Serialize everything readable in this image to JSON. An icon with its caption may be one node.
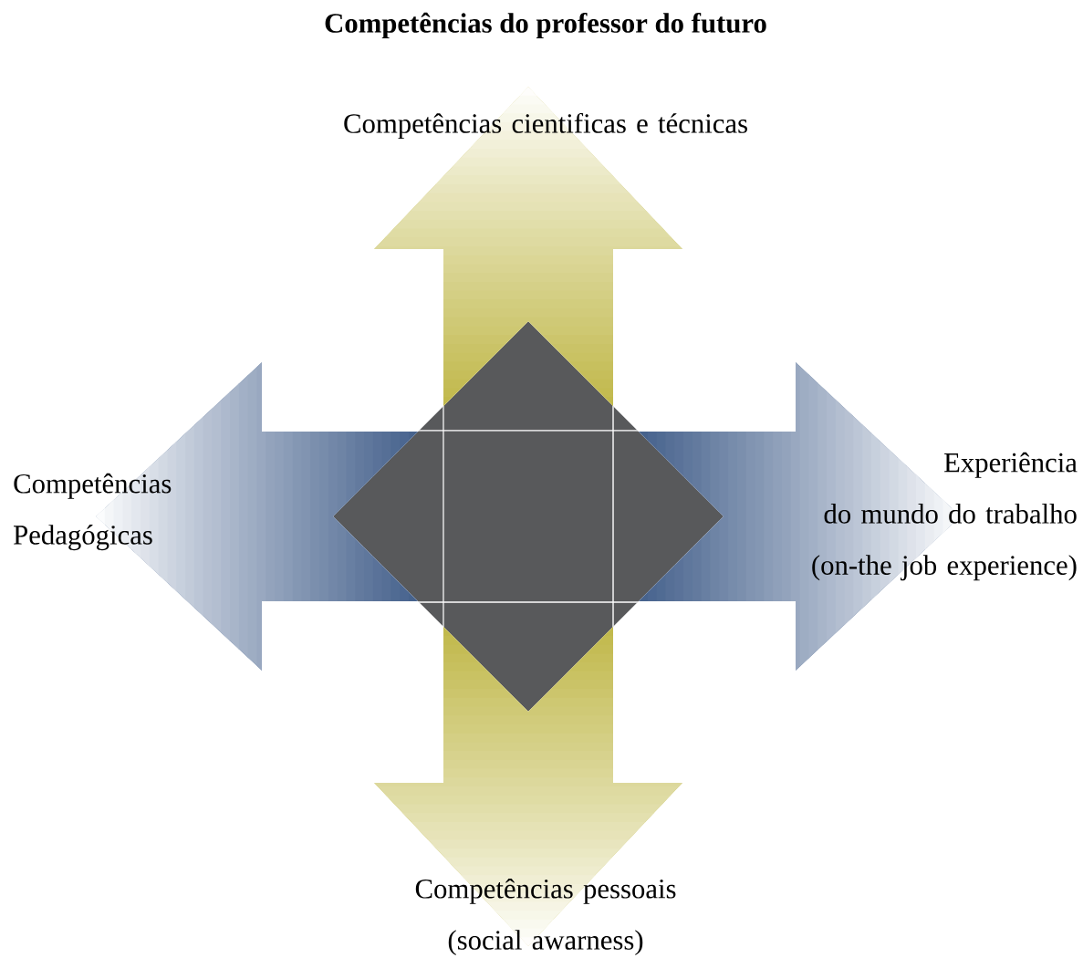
{
  "diagram": {
    "title": "Competências do professor do futuro",
    "nodes": [
      {
        "text": [],
        "shape": "diamond"
      },
      {
        "text": [
          "Competências cientificas e técnicas"
        ]
      },
      {
        "text": [
          "Competências Pedagógicas"
        ]
      },
      {
        "text": [
          "Experiência",
          "do mundo do trabalho",
          "(on-the job experience)"
        ]
      },
      {
        "text": [
          "Competências pessoais (social awarness)"
        ]
      }
    ],
    "edges": [
      {
        "from": 0,
        "to": 1,
        "arrow": "to"
      },
      {
        "from": 0,
        "to": 2,
        "arrow": "to",
        "color": "#45618c"
      },
      {
        "from": 0,
        "to": 3,
        "arrow": "to",
        "color": "#45618c"
      },
      {
        "from": 0,
        "to": 4,
        "arrow": "to"
      }
    ]
  }
}
